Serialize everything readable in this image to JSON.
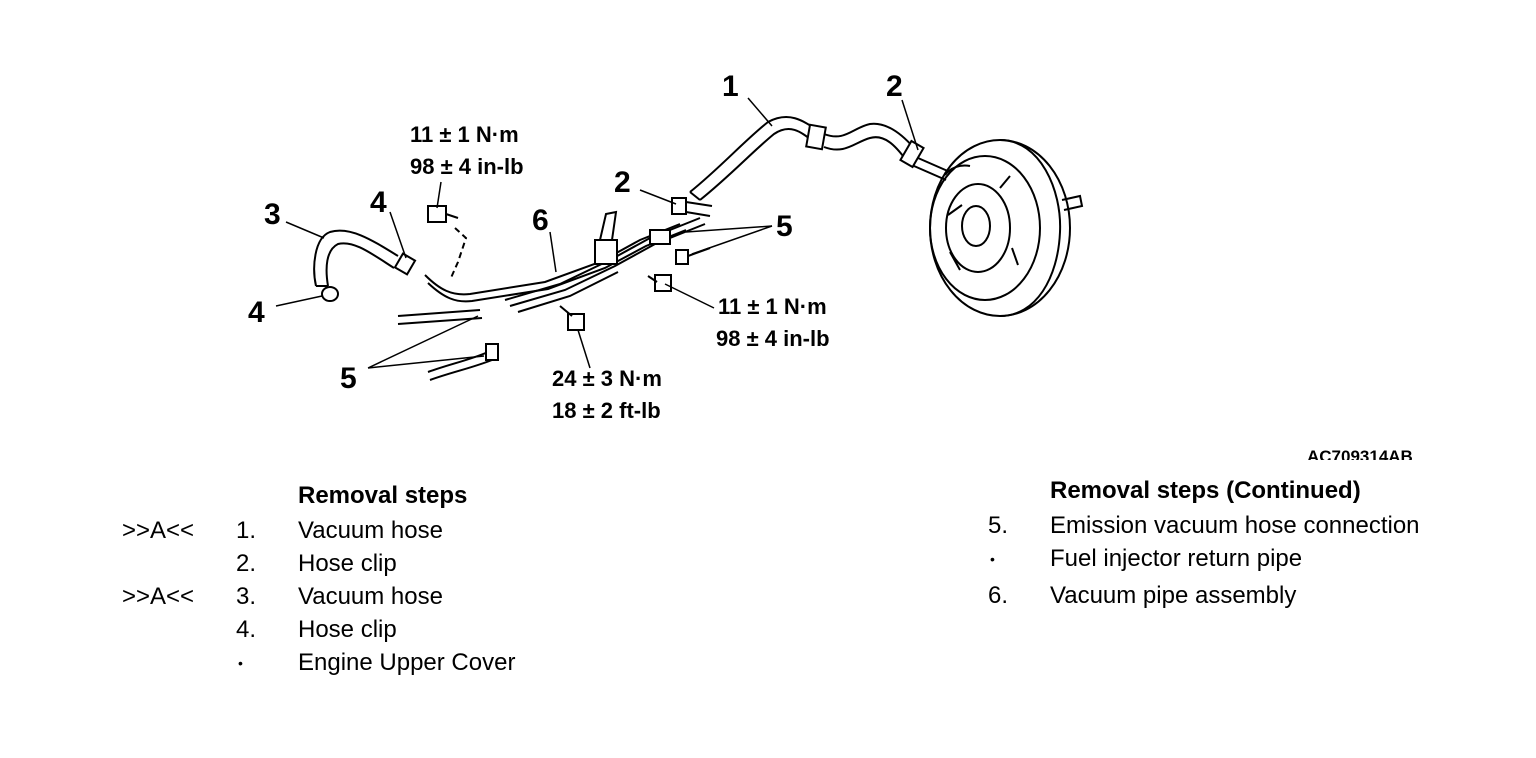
{
  "figure": {
    "id": "AC709314AB",
    "callouts": {
      "c1": "1",
      "c2_top": "2",
      "c2_mid": "2",
      "c3": "3",
      "c4_top": "4",
      "c4_bottom": "4",
      "c5_right": "5",
      "c5_left": "5",
      "c6": "6"
    },
    "torques": {
      "upper_bolt": {
        "metric": "11 ± 1 N·m",
        "imperial": "98 ± 4 in-lb"
      },
      "right_bolt": {
        "metric": "11 ± 1 N·m",
        "imperial": "98 ± 4 in-lb"
      },
      "lower_bolt": {
        "metric": "24 ± 3 N·m",
        "imperial": "18 ± 2 ft-lb"
      }
    }
  },
  "removal_steps": {
    "heading": "Removal steps",
    "rows": [
      {
        "mark": ">>A<<",
        "num": "1.",
        "label": "Vacuum hose"
      },
      {
        "mark": "",
        "num": "2.",
        "label": "Hose clip"
      },
      {
        "mark": ">>A<<",
        "num": "3.",
        "label": "Vacuum hose"
      },
      {
        "mark": "",
        "num": "4.",
        "label": "Hose clip"
      },
      {
        "mark": "",
        "num": "•",
        "label": "Engine Upper Cover"
      }
    ]
  },
  "removal_steps_continued": {
    "heading": "Removal steps (Continued)",
    "rows": [
      {
        "num": "5.",
        "label": "Emission vacuum hose connection"
      },
      {
        "num": "•",
        "label": "Fuel injector return pipe"
      },
      {
        "num": "6.",
        "label": "Vacuum pipe assembly"
      }
    ]
  }
}
